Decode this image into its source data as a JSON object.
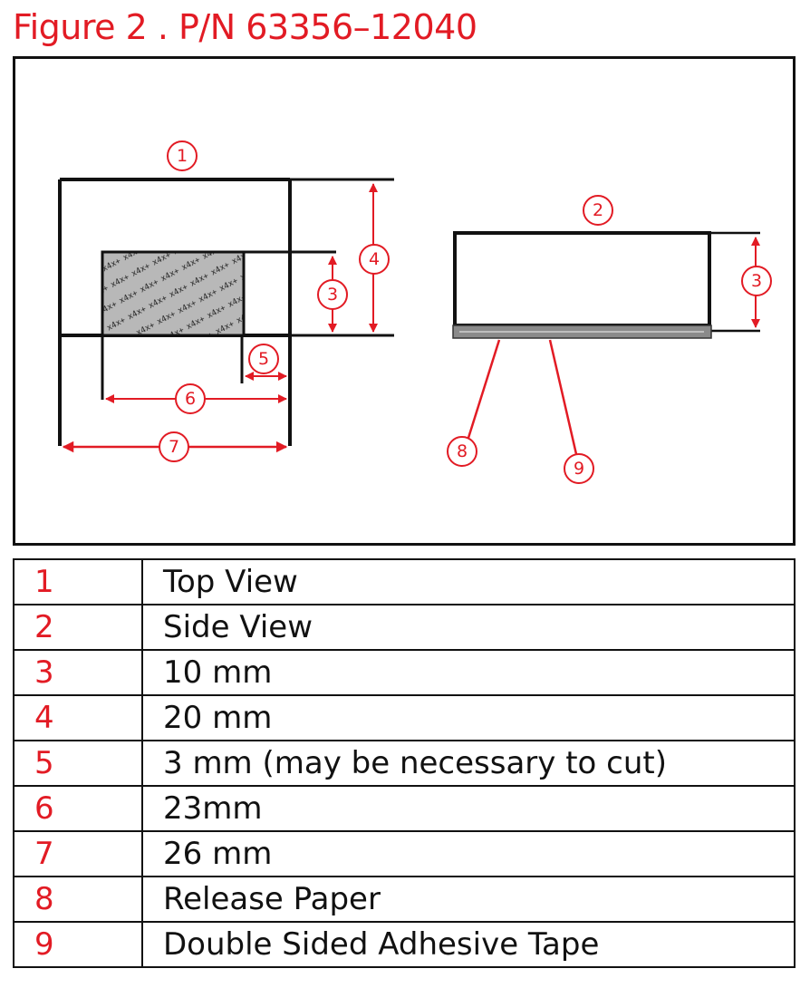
{
  "title": "Figure 2 . P/N 63356–12040",
  "colors": {
    "accent": "#e21b24",
    "line": "#111111",
    "adhesive_fill": "#b5b5b5"
  },
  "callouts": {
    "c1": "1",
    "c2": "2",
    "c3_top": "3",
    "c3_side": "3",
    "c4": "4",
    "c5": "5",
    "c6": "6",
    "c7": "7",
    "c8": "8",
    "c9": "9"
  },
  "legend": [
    {
      "num": "1",
      "desc": "Top View"
    },
    {
      "num": "2",
      "desc": "Side View"
    },
    {
      "num": "3",
      "desc": "10 mm"
    },
    {
      "num": "4",
      "desc": "20 mm"
    },
    {
      "num": "5",
      "desc": "3 mm (may be necessary to cut)"
    },
    {
      "num": "6",
      "desc": "23mm"
    },
    {
      "num": "7",
      "desc": "26 mm"
    },
    {
      "num": "8",
      "desc": "Release Paper"
    },
    {
      "num": "9",
      "desc": "Double Sided Adhesive Tape"
    }
  ]
}
